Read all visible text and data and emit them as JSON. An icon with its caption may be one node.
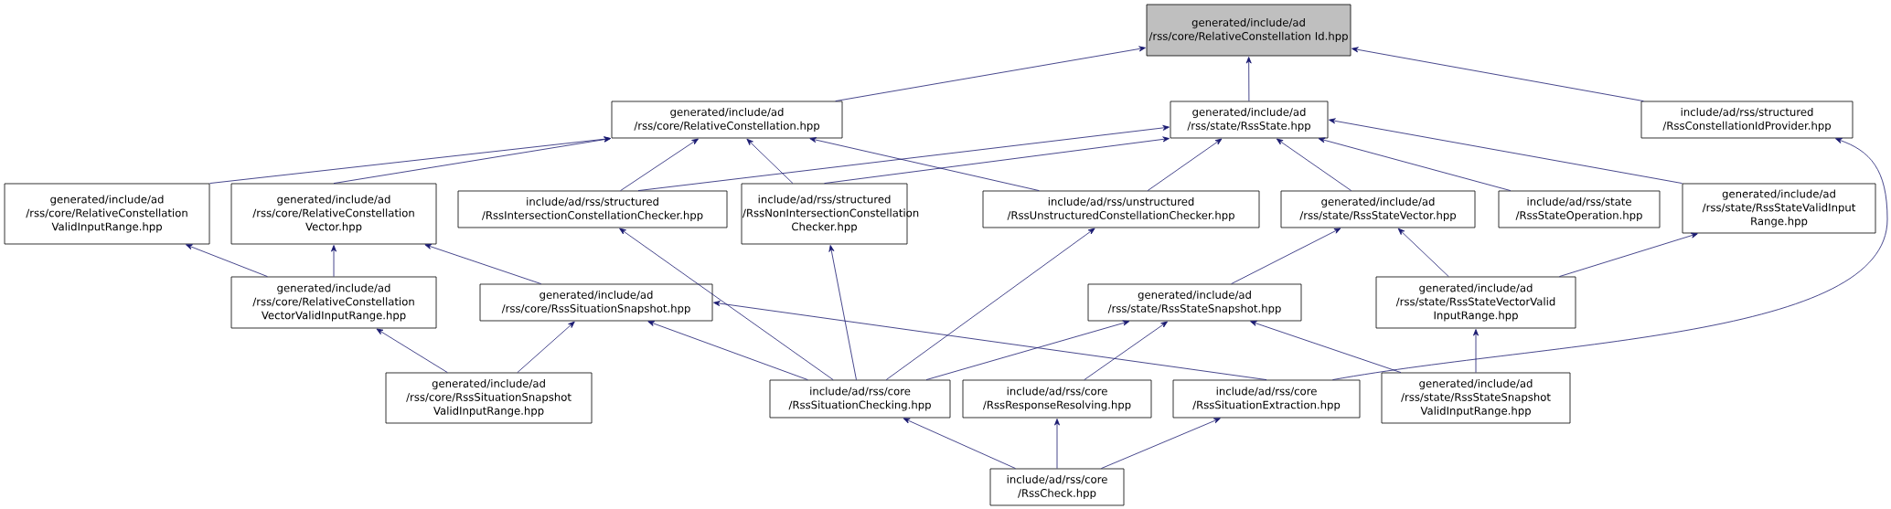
{
  "diagram": {
    "nodes": [
      {
        "text": [
          "generated/include/ad /rss/core/RelativeConstellation Id.hpp"
        ]
      },
      {
        "text": [
          "generated/include/ad /rss/core/RelativeConstellation.hpp"
        ]
      },
      {
        "text": [
          "generated/include/ad /rss/state/RssState.hpp"
        ]
      },
      {
        "text": [
          "include/ad/rss/structured /RssConstellationIdProvider.hpp"
        ]
      },
      {
        "text": [
          "generated/include/ad /rss/core/RelativeConstellation ValidInputRange.hpp"
        ]
      },
      {
        "text": [
          "generated/include/ad /rss/core/RelativeConstellation Vector.hpp"
        ]
      },
      {
        "text": [
          "include/ad/rss/structured /RssIntersectionConstellationChecker.hpp"
        ]
      },
      {
        "text": [
          "include/ad/rss/structured /RssNonIntersectionConstellation Checker.hpp"
        ]
      },
      {
        "text": [
          "include/ad/rss/unstructured /RssUnstructuredConstellationChecker.hpp"
        ]
      },
      {
        "text": [
          "generated/include/ad /rss/state/RssStateVector.hpp"
        ]
      },
      {
        "text": [
          "include/ad/rss/state /RssStateOperation.hpp"
        ]
      },
      {
        "text": [
          "generated/include/ad /rss/state/RssStateValidInput Range.hpp"
        ]
      },
      {
        "text": [
          "generated/include/ad /rss/core/RelativeConstellation VectorValidInputRange.hpp"
        ]
      },
      {
        "text": [
          "generated/include/ad /rss/core/RssSituationSnapshot.hpp"
        ]
      },
      {
        "text": [
          "generated/include/ad /rss/state/RssStateSnapshot.hpp"
        ]
      },
      {
        "text": [
          "generated/include/ad /rss/state/RssStateVectorValid InputRange.hpp"
        ]
      },
      {
        "text": [
          "generated/include/ad /rss/core/RssSituationSnapshot ValidInputRange.hpp"
        ]
      },
      {
        "text": [
          "include/ad/rss/core /RssSituationChecking.hpp"
        ]
      },
      {
        "text": [
          "include/ad/rss/core /RssResponseResolving.hpp"
        ]
      },
      {
        "text": [
          "include/ad/rss/core /RssSituationExtraction.hpp"
        ]
      },
      {
        "text": [
          "generated/include/ad /rss/state/RssStateSnapshot ValidInputRange.hpp"
        ]
      },
      {
        "text": [
          "include/ad/rss/core /RssCheck.hpp"
        ]
      }
    ],
    "edges": [
      {
        "from": 1,
        "to": 0,
        "arrow": "to"
      },
      {
        "from": 2,
        "to": 0,
        "arrow": "to"
      },
      {
        "from": 3,
        "to": 0,
        "arrow": "to"
      },
      {
        "from": 4,
        "to": 1,
        "arrow": "to"
      },
      {
        "from": 5,
        "to": 1,
        "arrow": "to"
      },
      {
        "from": 6,
        "to": 1,
        "arrow": "to"
      },
      {
        "from": 7,
        "to": 1,
        "arrow": "to"
      },
      {
        "from": 8,
        "to": 1,
        "arrow": "to"
      },
      {
        "from": 6,
        "to": 2,
        "arrow": "to"
      },
      {
        "from": 7,
        "to": 2,
        "arrow": "to"
      },
      {
        "from": 8,
        "to": 2,
        "arrow": "to"
      },
      {
        "from": 9,
        "to": 2,
        "arrow": "to"
      },
      {
        "from": 10,
        "to": 2,
        "arrow": "to"
      },
      {
        "from": 11,
        "to": 2,
        "arrow": "to"
      },
      {
        "from": 12,
        "to": 4,
        "arrow": "to"
      },
      {
        "from": 12,
        "to": 5,
        "arrow": "to"
      },
      {
        "from": 13,
        "to": 5,
        "arrow": "to"
      },
      {
        "from": 17,
        "to": 6,
        "arrow": "to"
      },
      {
        "from": 17,
        "to": 7,
        "arrow": "to"
      },
      {
        "from": 17,
        "to": 8,
        "arrow": "to"
      },
      {
        "from": 14,
        "to": 9,
        "arrow": "to"
      },
      {
        "from": 15,
        "to": 9,
        "arrow": "to"
      },
      {
        "from": 15,
        "to": 11,
        "arrow": "to"
      },
      {
        "from": 16,
        "to": 12,
        "arrow": "to"
      },
      {
        "from": 16,
        "to": 13,
        "arrow": "to"
      },
      {
        "from": 17,
        "to": 13,
        "arrow": "to"
      },
      {
        "from": 19,
        "to": 13,
        "arrow": "to"
      },
      {
        "from": 17,
        "to": 14,
        "arrow": "to"
      },
      {
        "from": 18,
        "to": 14,
        "arrow": "to"
      },
      {
        "from": 20,
        "to": 14,
        "arrow": "to"
      },
      {
        "from": 20,
        "to": 15,
        "arrow": "to"
      },
      {
        "from": 19,
        "to": 3,
        "arrow": "to"
      },
      {
        "from": 21,
        "to": 17,
        "arrow": "to"
      },
      {
        "from": 21,
        "to": 18,
        "arrow": "to"
      },
      {
        "from": 21,
        "to": 19,
        "arrow": "to"
      }
    ]
  }
}
